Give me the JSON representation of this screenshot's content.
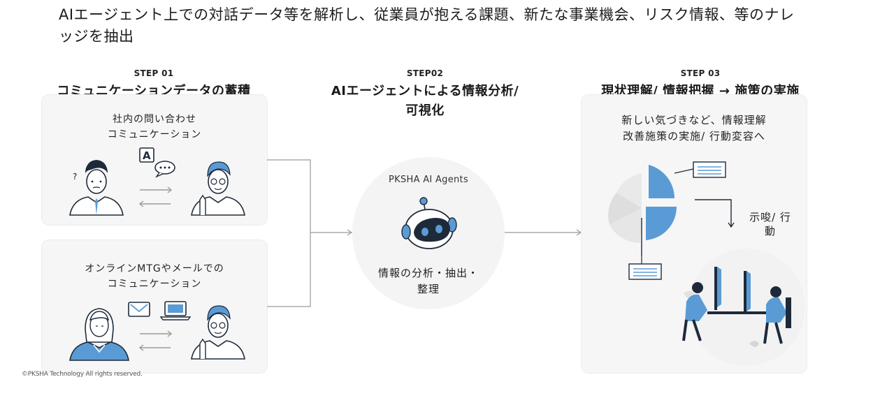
{
  "headline": "AIエージェント上での対話データ等を解析し、従業員が抱える課題、新たな事業機会、リスク情報、等のナレッジを抽出",
  "steps": [
    {
      "label": "STEP 01",
      "title": "コミュニケーションデータの蓄積"
    },
    {
      "label": "STEP02",
      "title_line1": "AIエージェントによる情報分析/",
      "title_line2": "可視化"
    },
    {
      "label": "STEP 03",
      "title": "現状理解/ 情報把握 → 施策の実施"
    }
  ],
  "step1_cards": [
    {
      "line1": "社内の問い合わせ",
      "line2": "コミュニケーション"
    },
    {
      "line1": "オンラインMTGやメールでの",
      "line2": "コミュニケーション"
    }
  ],
  "step2": {
    "brand": "PKSHA AI Agents",
    "caption_line1": "情報の分析・抽出・",
    "caption_line2": "整理"
  },
  "step3": {
    "text_line1": "新しい気づきなど、情報理解",
    "text_line2": "改善施策の実施/ 行動変容へ",
    "action_line1": "示唆/ 行",
    "action_line2": "動"
  },
  "footer": "©PKSHA Technology All rights reserved.",
  "colors": {
    "accent_blue": "#5b9bd5",
    "navy": "#1e2a3a",
    "card_bg": "#f6f6f6",
    "connector": "#9a9a9a"
  }
}
